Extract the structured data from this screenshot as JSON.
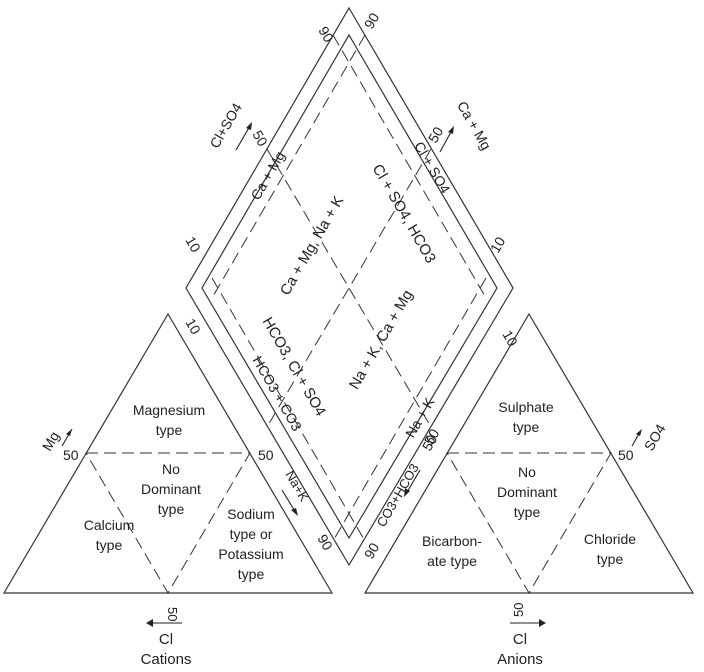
{
  "colors": {
    "line": "#333333",
    "text": "#222222",
    "background": "#ffffff"
  },
  "left_triangle": {
    "title": "Cations",
    "regions": {
      "magnesium": [
        "Magnesium",
        "type"
      ],
      "no_dominant": [
        "No",
        "Dominant",
        "type"
      ],
      "calcium": [
        "Calcium",
        "type"
      ],
      "sodium": [
        "Sodium",
        "type or",
        "Potassium",
        "type"
      ]
    },
    "axis_mg": "Mg",
    "axis_nak": "Na+K",
    "axis_cl": "Cl",
    "tick_left_50": "50",
    "tick_right_50": "50",
    "tick_bottom_50": "50"
  },
  "right_triangle": {
    "title": "Anions",
    "regions": {
      "sulphate": [
        "Sulphate",
        "type"
      ],
      "no_dominant": [
        "No",
        "Dominant",
        "type"
      ],
      "bicarbonate": [
        "Bicarbon-",
        "ate type"
      ],
      "chloride": [
        "Chloride",
        "type"
      ]
    },
    "axis_so4": "SO4",
    "axis_co3hco3": "CO3+HCO3",
    "axis_cl": "Cl",
    "tick_left_50": "50",
    "tick_right_50": "50",
    "tick_bottom_50": "50"
  },
  "diamond": {
    "regions": {
      "top": "Ca + Mg, Na + K",
      "right": "Cl + SO4, HCO3",
      "left": "HCO3, Cl + SO4",
      "bottom": "Na + K, Ca + Mg"
    },
    "edge_ca_mg": "Ca + Mg",
    "edge_cl_so4": "Cl + SO4",
    "edge_hco3_co3": "HCO3 + CO3",
    "edge_na_k": "Na + K",
    "axis_cl_so4": "Cl+SO4",
    "axis_ca_mg": "Ca + Mg",
    "ticks": {
      "top_left_90": "90",
      "top_right_90": "90",
      "upper_left_50": "50",
      "upper_right_50": "50",
      "mid_left_10": "10",
      "mid_right_10": "10",
      "low_left_10": "10",
      "low_right_10": "10",
      "lower_right_50": "50",
      "bottom_left_90": "90",
      "bottom_right_90": "90"
    }
  }
}
